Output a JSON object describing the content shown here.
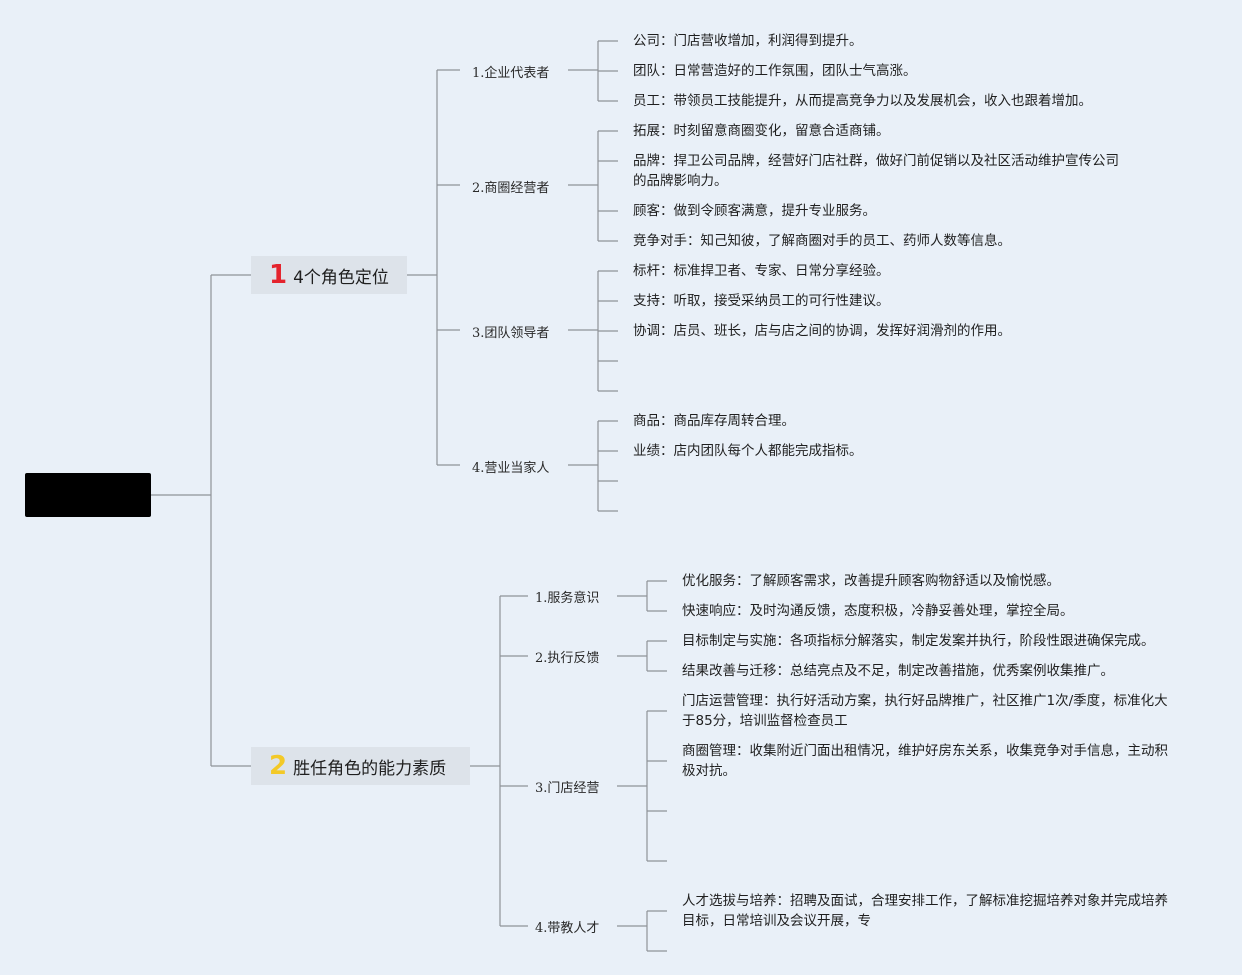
{
  "colors": {
    "background": "#e9f0f8",
    "line": "#8f9298",
    "root_fill": "#000000",
    "topic_fill": "#dde3ea",
    "num1": "#e4232d",
    "num2": "#f3c927"
  },
  "root": {
    "label": ""
  },
  "topics": [
    {
      "num": "1",
      "label": "4个角色定位",
      "subs": [
        {
          "label": "1.企业代表者",
          "leaves": [
            "公司：门店营收增加，利润得到提升。",
            "团队：日常营造好的工作氛围，团队士气高涨。",
            "员工：带领员工技能提升，从而提高竞争力以及发展机会，收入也跟着增加。"
          ]
        },
        {
          "label": "2.商圈经营者",
          "leaves": [
            "拓展：时刻留意商圈变化，留意合适商铺。",
            "品牌：捍卫公司品牌，经营好门店社群，做好门前促销以及社区活动维护宣传公司的品牌影响力。",
            "顾客：做到令顾客满意，提升专业服务。",
            "竞争对手：知己知彼，了解商圈对手的员工、药师人数等信息。"
          ]
        },
        {
          "label": "3.团队领导者",
          "leaves": [
            "标杆：标准捍卫者、专家、日常分享经验。",
            "支持：听取，接受采纳员工的可行性建议。",
            "协调：店员、班长，店与店之间的协调，发挥好润滑剂的作用。",
            "",
            ""
          ]
        },
        {
          "label": "4.营业当家人",
          "leaves": [
            "商品：商品库存周转合理。",
            "业绩：店内团队每个人都能完成指标。",
            "",
            ""
          ]
        }
      ]
    },
    {
      "num": "2",
      "label": "胜任角色的能力素质",
      "subs": [
        {
          "label": "1.服务意识",
          "leaves": [
            "优化服务：了解顾客需求，改善提升顾客购物舒适以及愉悦感。",
            "快速响应：及时沟通反馈，态度积极，冷静妥善处理，掌控全局。"
          ]
        },
        {
          "label": "2.执行反馈",
          "leaves": [
            "目标制定与实施：各项指标分解落实，制定发案并执行，阶段性跟进确保完成。",
            "结果改善与迁移：总结亮点及不足，制定改善措施，优秀案例收集推广。"
          ]
        },
        {
          "label": "3.门店经营",
          "leaves": [
            "门店运营管理：执行好活动方案，执行好品牌推广，社区推广1次/季度，标准化大于85分，培训监督检查员工",
            "商圈管理：收集附近门面出租情况，维护好房东关系，收集竞争对手信息，主动积极对抗。",
            "",
            "",
            ""
          ]
        },
        {
          "label": "4.带教人才",
          "leaves": [
            "人才选拔与培养：招聘及面试，合理安排工作，了解标准挖掘培养对象并完成培养目标，日常培训及会议开展，专",
            ""
          ]
        }
      ]
    }
  ]
}
